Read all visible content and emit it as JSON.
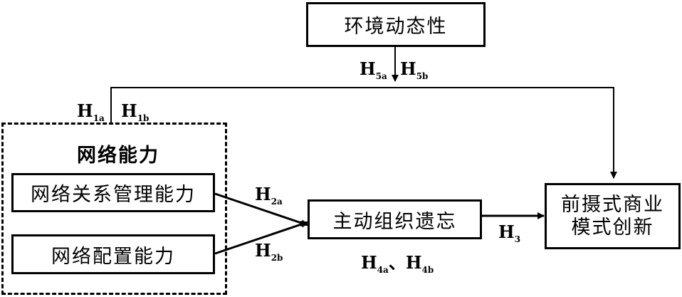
{
  "nodes": {
    "environment": "环境动态性",
    "group_title": "网络能力",
    "relation_mgmt": "网络关系管理能力",
    "config": "网络配置能力",
    "unlearning": "主动组织遗忘",
    "innovation_line1": "前摄式商业",
    "innovation_line2": "模式创新"
  },
  "hypotheses": {
    "h5a": {
      "main": "H",
      "sub": "5a"
    },
    "h5b": {
      "main": "H",
      "sub": "5b"
    },
    "h1a": {
      "main": "H",
      "sub": "1a"
    },
    "h1b": {
      "main": "H",
      "sub": "1b"
    },
    "h2a": {
      "main": "H",
      "sub": "2a"
    },
    "h2b": {
      "main": "H",
      "sub": "2b"
    },
    "h3": {
      "main": "H",
      "sub": "3"
    },
    "h4a": {
      "main": "H",
      "sub": "4a"
    },
    "h4_sep": "、",
    "h4b": {
      "main": "H",
      "sub": "4b"
    }
  }
}
